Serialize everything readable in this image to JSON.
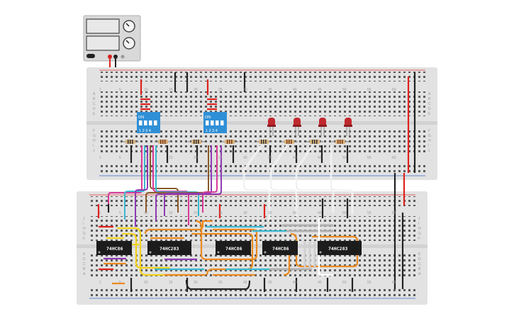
{
  "power_supply": {
    "name": "DC power supply"
  },
  "top_board": {
    "column_numbers": [
      "1",
      "5",
      "10",
      "15",
      "20",
      "25",
      "30",
      "35",
      "40",
      "45",
      "50",
      "55",
      "60"
    ],
    "row_letters_top": [
      "A",
      "B",
      "C",
      "D",
      "E"
    ],
    "row_letters_bottom": [
      "F",
      "G",
      "H",
      "I",
      "J"
    ]
  },
  "bottom_board": {
    "column_numbers": [
      "1",
      "5",
      "10",
      "15",
      "20",
      "25",
      "30",
      "35",
      "40",
      "45",
      "50",
      "55",
      "60"
    ],
    "row_letters_top": [
      "J",
      "I",
      "H",
      "G",
      "F"
    ],
    "row_letters_bottom": [
      "E",
      "D",
      "C",
      "B",
      "A"
    ]
  },
  "dip_switches": [
    {
      "on_label": "ON",
      "pins": "1 2 3 4"
    },
    {
      "on_label": "ON",
      "pins": "1 2 3 4"
    }
  ],
  "leds": [
    {
      "color": "#c0282e"
    },
    {
      "color": "#c0282e"
    },
    {
      "color": "#c0282e"
    },
    {
      "color": "#c0282e"
    }
  ],
  "chips": [
    {
      "label": "74HC86"
    },
    {
      "label": "74HC283"
    },
    {
      "label": "74HC86"
    },
    {
      "label": "74HC86"
    },
    {
      "label": "74HC283"
    }
  ],
  "colors": {
    "board": "#e2e2e2",
    "red_rail": "#e03a2f",
    "blue_rail": "#3a6ec9",
    "chip": "#1c1c1c",
    "dip_blue": "#2f8fd6",
    "wire_orange": "#ec8a1e",
    "wire_yellow": "#f2d21b",
    "wire_purple": "#8e3ab4",
    "wire_pink": "#d83a9a",
    "wire_cyan": "#3ab8d0",
    "wire_brown": "#8a5a2a",
    "wire_white": "#ffffff",
    "wire_black": "#222222",
    "wire_red": "#e0221e"
  }
}
